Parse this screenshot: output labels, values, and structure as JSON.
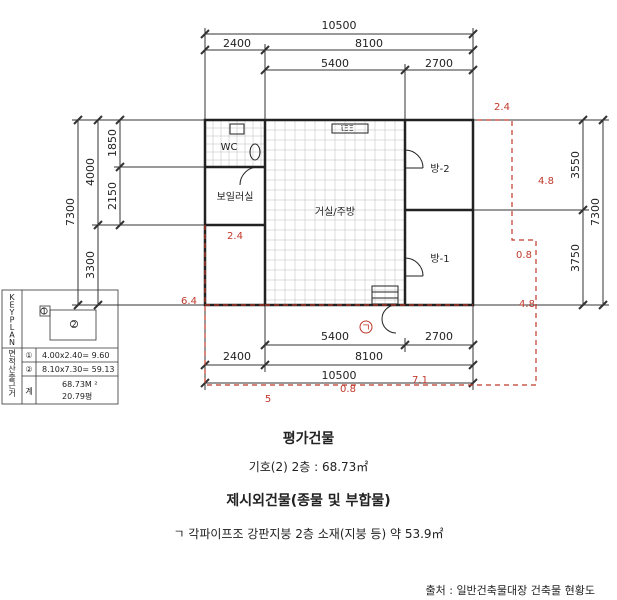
{
  "dimensions": {
    "total_width": "10500",
    "top_left_span": "2400",
    "top_right_span": "8100",
    "mid_span_a": "5400",
    "mid_span_b": "2700",
    "left_total": "7300",
    "left_upper": "4000",
    "left_wc": "1850",
    "left_boiler": "2150",
    "left_lower": "3300",
    "right_total": "7300",
    "right_upper": "3550",
    "right_lower": "3750",
    "bottom_a": "5400",
    "bottom_b": "2700",
    "bottom_c": "2400",
    "bottom_d": "8100",
    "bottom_total": "10500"
  },
  "annex_dimensions": {
    "top": "2.4",
    "right_upper": "4.8",
    "step": "0.8",
    "right_lower": "4.8",
    "left": "6.4",
    "boiler": "2.4",
    "bottom_a": "7.1",
    "bottom_b": "0.8",
    "bottom_c": "5"
  },
  "rooms": {
    "wc": "WC",
    "boiler": "보일러실",
    "living": "거실/주방",
    "room2": "방-2",
    "room1": "방-1",
    "stove": "ϊΞΞ"
  },
  "annex_marker": "ㄱ",
  "key_plan": {
    "vertical_title": [
      "K",
      "E",
      "Y",
      "P",
      "L",
      "A",
      "N"
    ],
    "marker_1": "1",
    "marker_2": "2",
    "side_label": [
      "면",
      "적",
      "산",
      "출",
      "근",
      "거"
    ],
    "row1_no": "①",
    "row1_formula": "4.00x2.40= 9.60",
    "row2_no": "②",
    "row2_formula": "8.10x7.30= 59.13",
    "total_label": "계",
    "total_area": "68.73M ²",
    "total_pyeong": "20.79평"
  },
  "caption": {
    "title": "평가건물",
    "subtitle": "기호(2) 2층 : 68.73㎡",
    "title2": "제시외건물(종물 및 부합물)",
    "item": "ㄱ 각파이프조 강판지붕 2층 소재(지붕 등) 약 53.9㎡"
  },
  "source": "출처 : 일반건축물대장 건축물 현황도"
}
